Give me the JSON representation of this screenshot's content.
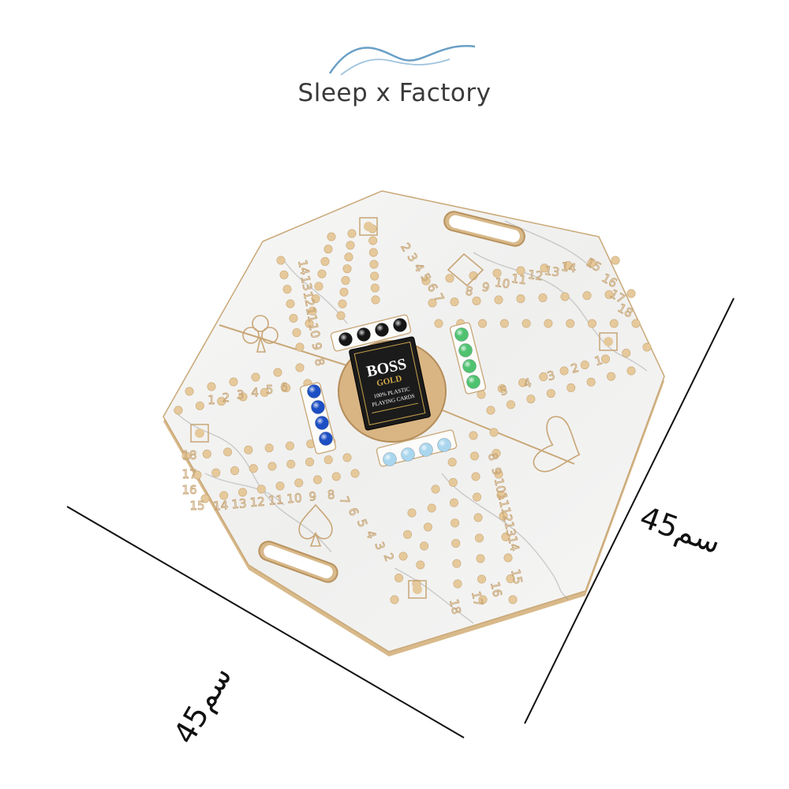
{
  "logo": {
    "brand_name": "Sleep x Factory",
    "icon": "wave-logo-icon",
    "wave_color": "#6aa0c6"
  },
  "dimensions": {
    "width_label": "45سم",
    "height_label": "45سم"
  },
  "card_box": {
    "brand": "BOSS",
    "line1": "GOLD",
    "line2": "100% PLASTIC",
    "line3": "PLAYING CARDS"
  },
  "board": {
    "track_numbers": [
      "1",
      "2",
      "3",
      "4",
      "5",
      "6",
      "7",
      "8",
      "9",
      "10",
      "11",
      "12",
      "13",
      "14",
      "15",
      "16",
      "17",
      "18"
    ],
    "suits": [
      "diamond-icon",
      "club-icon",
      "heart-icon",
      "spade-icon"
    ],
    "marble_colors": {
      "black": "#151515",
      "green": "#4fc270",
      "blue": "#1d4fc4",
      "light_blue": "#a9d6ee"
    },
    "accent_color": "#c8a676"
  }
}
